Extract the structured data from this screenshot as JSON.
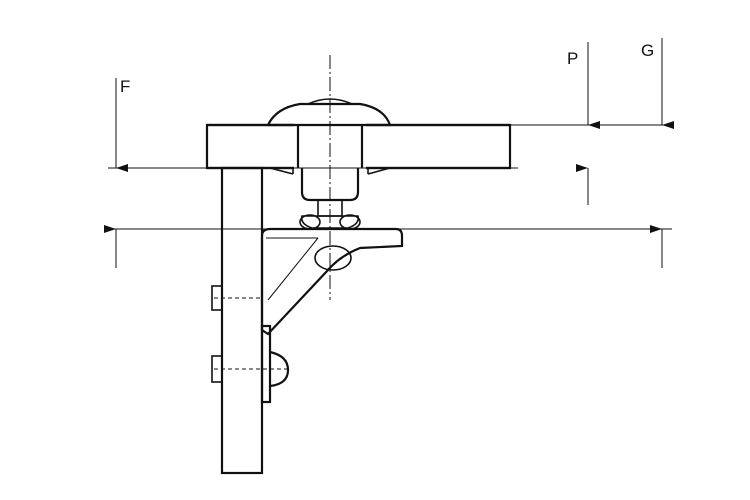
{
  "diagram": {
    "dimensions": [
      {
        "id": "F",
        "label": "F"
      },
      {
        "id": "P",
        "label": "P"
      },
      {
        "id": "G",
        "label": "G"
      }
    ]
  }
}
